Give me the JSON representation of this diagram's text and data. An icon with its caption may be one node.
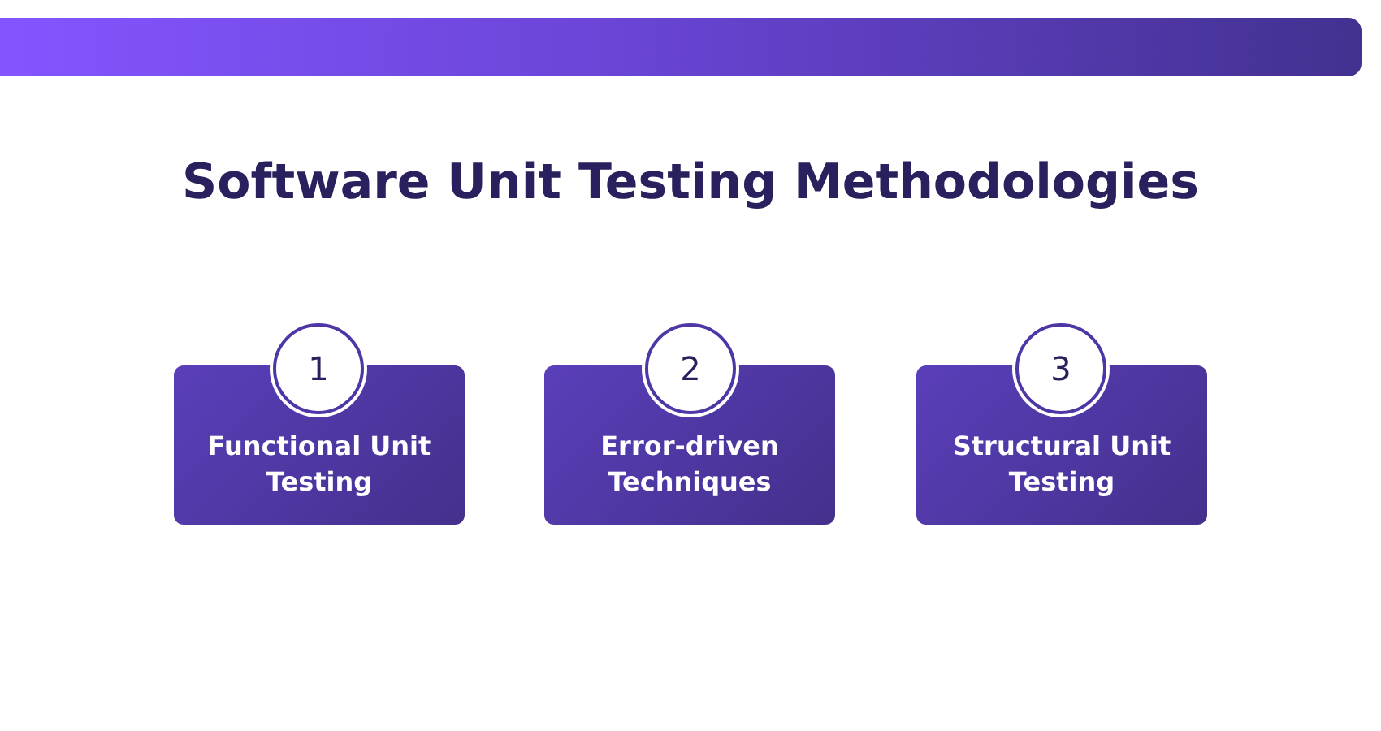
{
  "diagram": {
    "title": "Software Unit Testing Methodologies",
    "nodes": [
      {
        "text": [
          "1"
        ]
      },
      {
        "text": [
          "Functional Unit Testing"
        ]
      },
      {
        "text": [
          "2"
        ]
      },
      {
        "text": [
          "Error-driven Techniques"
        ]
      },
      {
        "text": [
          "3"
        ]
      },
      {
        "text": [
          "Structural Unit Testing"
        ]
      }
    ]
  }
}
